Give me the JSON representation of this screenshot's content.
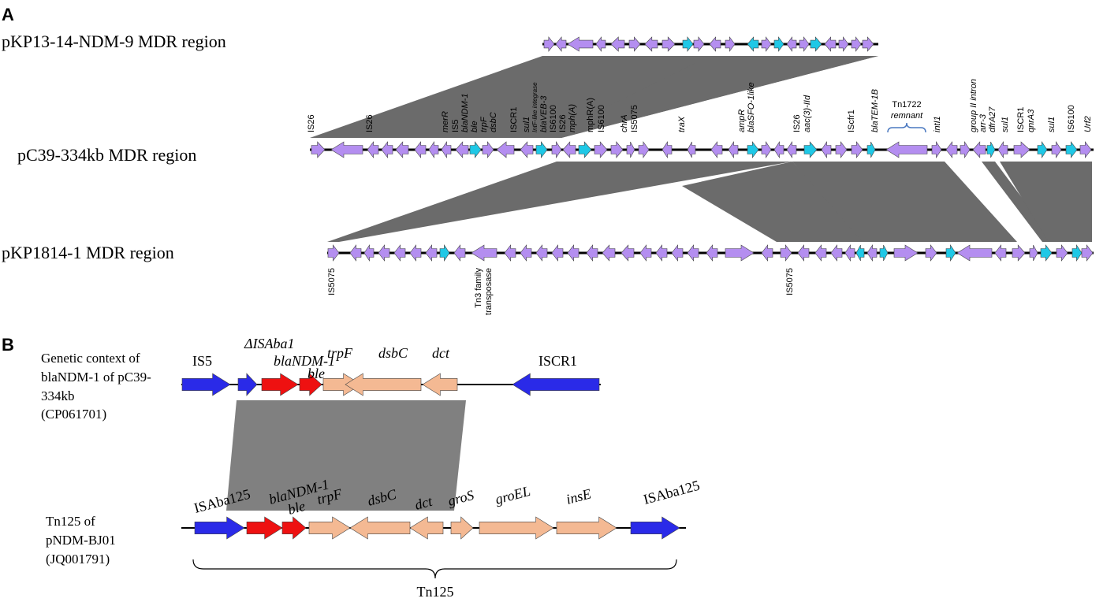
{
  "panel_a": {
    "letter": "A",
    "rows": [
      {
        "label": "pKP13-14-NDM-9 MDR region"
      },
      {
        "label": "pC39-334kb MDR region"
      },
      {
        "label": "pKP1814-1 MDR region"
      }
    ],
    "top_gene_labels": [
      {
        "text": "IS26",
        "italic": false
      },
      {
        "text": "IS26",
        "italic": false
      },
      {
        "text": "merR",
        "italic": true
      },
      {
        "text": "IS5",
        "italic": false
      },
      {
        "text": "blaNDM-1",
        "italic": true
      },
      {
        "text": "ble",
        "italic": true
      },
      {
        "text": "trpF",
        "italic": true
      },
      {
        "text": "dsbC",
        "italic": true
      },
      {
        "text": "ISCR1",
        "italic": false
      },
      {
        "text": "sul1",
        "italic": true
      },
      {
        "text": "IntF-like integrase",
        "italic": true
      },
      {
        "text": "blaVEB-3",
        "italic": true
      },
      {
        "text": "IS6100",
        "italic": false
      },
      {
        "text": "IS26",
        "italic": false
      },
      {
        "text": "mph(A)",
        "italic": true
      },
      {
        "text": "mphR(A)",
        "italic": false
      },
      {
        "text": "IS6100",
        "italic": false
      },
      {
        "text": "chrA",
        "italic": true
      },
      {
        "text": "IS5075",
        "italic": false
      },
      {
        "text": "traX",
        "italic": true
      },
      {
        "text": "ampR",
        "italic": true
      },
      {
        "text": "blaSFO-1like",
        "italic": true
      },
      {
        "text": "IS26",
        "italic": false
      },
      {
        "text": "aac(3)-IId",
        "italic": true
      },
      {
        "text": "IScfr1",
        "italic": false
      },
      {
        "text": "blaTEM-1B",
        "italic": true
      },
      {
        "text": "intI1",
        "italic": true
      },
      {
        "text": "group II intron",
        "italic": true
      },
      {
        "text": "arr-3",
        "italic": true
      },
      {
        "text": "dfrA27",
        "italic": true
      },
      {
        "text": "sul1",
        "italic": true
      },
      {
        "text": "ISCR1",
        "italic": false
      },
      {
        "text": "qnrA3",
        "italic": true
      },
      {
        "text": "sul1",
        "italic": true
      },
      {
        "text": "IS6100",
        "italic": false
      },
      {
        "text": "Urf2",
        "italic": true
      }
    ],
    "tn1722_label": [
      "Tn1722",
      "remnant"
    ],
    "bottom_gene_labels": [
      {
        "text": "IS5075"
      },
      {
        "text": "Tn3 family transposase"
      },
      {
        "text": "IS5075"
      }
    ]
  },
  "panel_b": {
    "letter": "B",
    "context_label": [
      "Genetic context of",
      "blaNDM-1 of pC39-",
      "334kb",
      "(CP061701)"
    ],
    "tn125_label": [
      "Tn125 of",
      "pNDM-BJ01",
      "(JQ001791)"
    ],
    "row1_genes": [
      {
        "name": "IS5",
        "type": "IS"
      },
      {
        "name": "ΔISAba1",
        "type": "IS"
      },
      {
        "name": "blaNDM-1",
        "type": "resistance"
      },
      {
        "name": "ble",
        "type": "resistance"
      },
      {
        "name": "trpF",
        "type": "other"
      },
      {
        "name": "dsbC",
        "type": "other"
      },
      {
        "name": "dct",
        "type": "other"
      },
      {
        "name": "ISCR1",
        "type": "IS"
      }
    ],
    "row2_genes": [
      {
        "name": "ISAba125",
        "type": "IS"
      },
      {
        "name": "blaNDM-1",
        "type": "resistance"
      },
      {
        "name": "ble",
        "type": "resistance"
      },
      {
        "name": "trpF",
        "type": "other"
      },
      {
        "name": "dsbC",
        "type": "other"
      },
      {
        "name": "dct",
        "type": "other"
      },
      {
        "name": "groS",
        "type": "other"
      },
      {
        "name": "groEL",
        "type": "other"
      },
      {
        "name": "insE",
        "type": "other"
      },
      {
        "name": "ISAba125",
        "type": "IS"
      }
    ],
    "bracket_label": "Tn125"
  },
  "colors": {
    "gene_purple": "#b48ef0",
    "gene_cyan": "#1fc8e6",
    "homology_gray": "#6b6b6b",
    "is_blue": "#2a2ae8",
    "resistance_red": "#ee1111",
    "other_peach": "#f4b993",
    "tn_bracket_blue": "#4a78c0"
  }
}
